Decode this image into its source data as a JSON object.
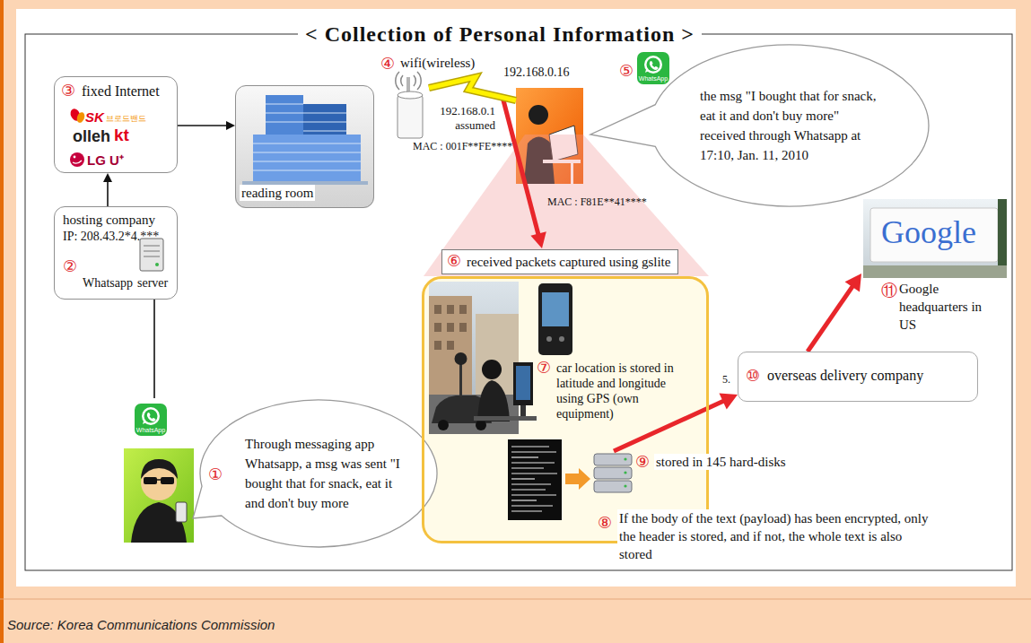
{
  "diagram": {
    "title": "< Collection of Personal Information >",
    "caption": "Source: Korea Communications Commission",
    "nodes": [
      {
        "text": [
          "③",
          "fixed Internet",
          "SK",
          "브로드밴드",
          "olleh",
          "kt",
          "LG U⁺"
        ]
      },
      {
        "text": [
          "reading room"
        ]
      },
      {
        "text": [
          "④",
          "wifi(wireless)",
          "192.168.0.1 assumed",
          "MAC : 001F**FE****"
        ]
      },
      {
        "text": [
          "192.168.0.16",
          "MAC : F81E**41****"
        ]
      },
      {
        "text": [
          "⑤",
          "the msg \"I bought that for snack, eat it and don't buy more\" received through Whatsapp at 17:10, Jan. 11, 2010"
        ]
      },
      {
        "text": [
          "hosting company",
          "IP: 208.43.2*4.***",
          "②",
          "Whatsapp",
          "server"
        ]
      },
      {
        "text": [
          "①",
          "Through messaging app Whatsapp, a msg was sent \"I bought that for snack, eat it and don't buy more"
        ]
      },
      {
        "text": [
          "⑥",
          "received packets captured using gslite"
        ]
      },
      {
        "text": [
          "⑧",
          "If the body of the text (payload) has been encrypted, only the header is stored, and if not, the whole text is also stored"
        ]
      },
      {
        "text": [
          "⑦",
          "car location is stored in latitude and longitude using GPS (own equipment)"
        ],
        "in": 8
      },
      {
        "text": [
          "⑨",
          "stored in 145 hard-disks"
        ],
        "in": 8
      },
      {
        "text": [
          "⑩",
          "overseas delivery company"
        ]
      },
      {
        "text": [
          "Google",
          "⑪",
          "Google headquarters in US"
        ]
      }
    ],
    "edges": [
      {
        "from": 5,
        "to": 0,
        "arrow": "to"
      },
      {
        "from": 0,
        "to": 1,
        "arrow": "to"
      },
      {
        "from": 2,
        "to": 3,
        "arrow": "none"
      },
      {
        "from": 5,
        "to": 6,
        "arrow": "none"
      },
      {
        "from": 10,
        "to": 11,
        "arrow": "to"
      },
      {
        "from": 11,
        "to": 12,
        "arrow": "to"
      }
    ],
    "labels": [
      "5.",
      "WhatsApp",
      "WhatsApp"
    ]
  }
}
